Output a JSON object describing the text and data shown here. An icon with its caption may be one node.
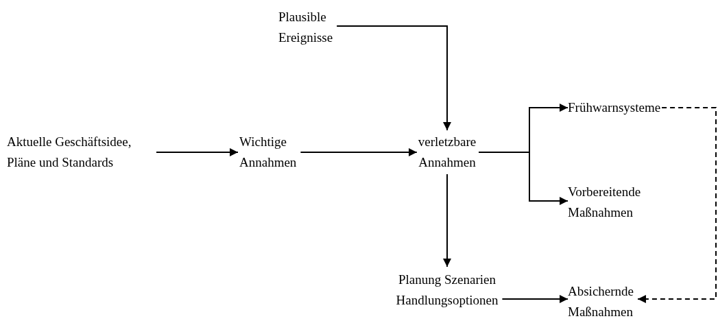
{
  "diagram": {
    "nodes": [
      {
        "text": [
          "Plausible Ereignisse"
        ]
      },
      {
        "text": [
          "Aktuelle Geschäftsidee, Pläne und Standards"
        ]
      },
      {
        "text": [
          "Wichtige Annahmen"
        ]
      },
      {
        "text": [
          "verletzbare Annahmen"
        ]
      },
      {
        "text": [
          "Frühwarnsysteme"
        ]
      },
      {
        "text": [
          "Vorbereitende Maßnahmen"
        ]
      },
      {
        "text": [
          "Planung Szenarien Handlungsoptionen"
        ]
      },
      {
        "text": [
          "Absichernde Maßnahmen"
        ]
      }
    ],
    "edges": [
      {
        "from": 0,
        "to": 3,
        "arrow": "to"
      },
      {
        "from": 1,
        "to": 2,
        "arrow": "to"
      },
      {
        "from": 2,
        "to": 3,
        "arrow": "to"
      },
      {
        "from": 3,
        "to": 4,
        "arrow": "to"
      },
      {
        "from": 3,
        "to": 5,
        "arrow": "to"
      },
      {
        "from": 3,
        "to": 6,
        "arrow": "to"
      },
      {
        "from": 6,
        "to": 7,
        "arrow": "to"
      },
      {
        "from": 4,
        "to": 7,
        "arrow": "to",
        "style": "dashed"
      }
    ]
  }
}
